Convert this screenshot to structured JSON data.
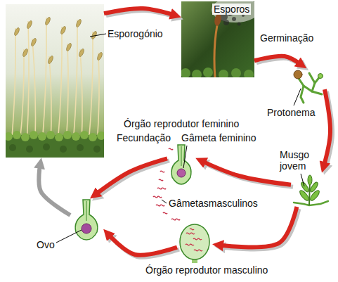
{
  "diagram": {
    "nodes": [
      {
        "text": [
          "Esporogónio"
        ]
      },
      {
        "text": [
          "Esporos"
        ]
      },
      {
        "text": [
          "Protonema"
        ]
      },
      {
        "text": [
          "Musgo jovem"
        ]
      },
      {
        "text": [
          "Órgão reprodutor feminino"
        ]
      },
      {
        "text": [
          "Órgão reprodutor masculino"
        ]
      },
      {
        "text": [
          "Ovo"
        ]
      }
    ],
    "edges": [
      {
        "from": 0,
        "to": 1,
        "arrow": "to"
      },
      {
        "from": 1,
        "to": 2,
        "label": "Germinação",
        "arrow": "to"
      },
      {
        "from": 2,
        "to": 3,
        "arrow": "to"
      },
      {
        "from": 3,
        "to": 4,
        "arrow": "to"
      },
      {
        "from": 3,
        "to": 5,
        "arrow": "to"
      },
      {
        "from": 4,
        "to": 6,
        "arrow": "to"
      },
      {
        "from": 5,
        "to": 6,
        "arrow": "to"
      },
      {
        "from": 6,
        "to": 0,
        "arrow": "to"
      }
    ],
    "labels": [
      "Fecundação",
      "Gâmeta feminino",
      "Gâmetasmasculinos"
    ]
  }
}
